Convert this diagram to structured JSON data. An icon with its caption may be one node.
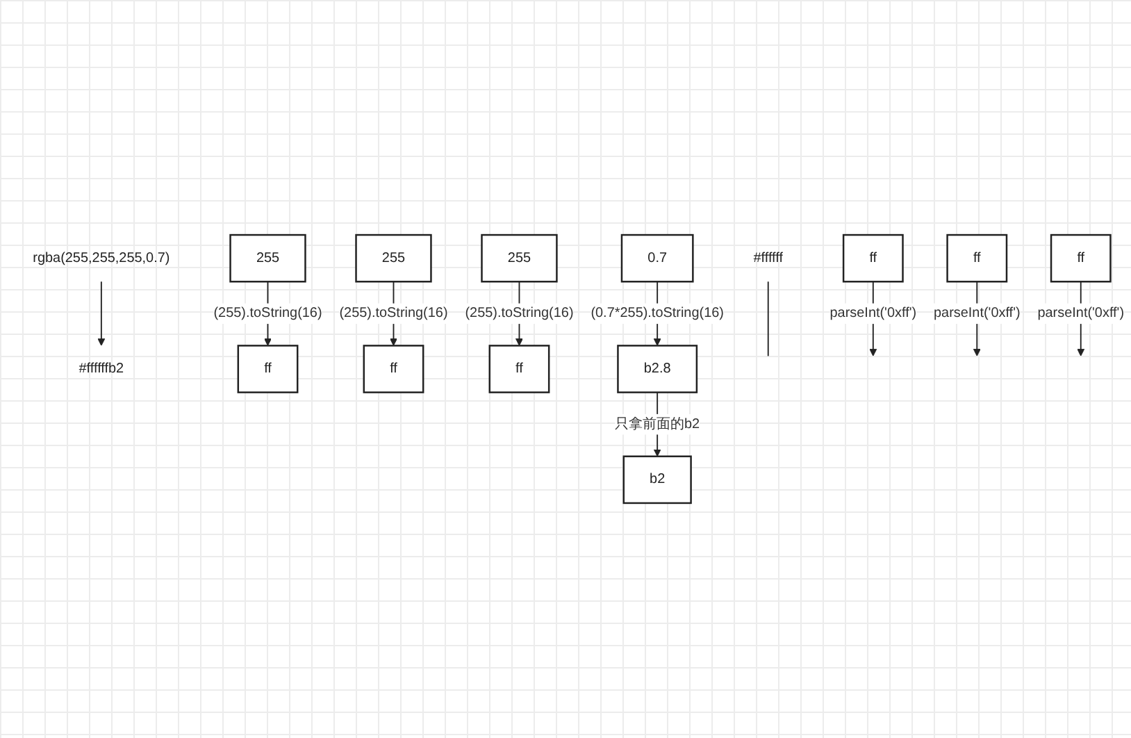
{
  "diagram": {
    "nodes": [
      {
        "text": [
          "rgba(255,255,255,0.7)"
        ]
      },
      {
        "text": [
          "#ffffffb2"
        ]
      },
      {
        "text": [
          "255"
        ]
      },
      {
        "text": [
          "ff"
        ]
      },
      {
        "text": [
          "255"
        ]
      },
      {
        "text": [
          "ff"
        ]
      },
      {
        "text": [
          "255"
        ]
      },
      {
        "text": [
          "ff"
        ]
      },
      {
        "text": [
          "0.7"
        ]
      },
      {
        "text": [
          "b2.8"
        ]
      },
      {
        "text": [
          "b2"
        ]
      },
      {
        "text": [
          "#ffffff"
        ]
      },
      {
        "text": [
          "ff"
        ]
      },
      {
        "text": [
          "ff"
        ]
      },
      {
        "text": [
          "ff"
        ]
      }
    ],
    "edges": [
      {
        "from": 0,
        "to": 1,
        "arrow": "to"
      },
      {
        "from": 2,
        "to": 3,
        "label": "(255).toString(16)",
        "arrow": "to"
      },
      {
        "from": 4,
        "to": 5,
        "label": "(255).toString(16)",
        "arrow": "to"
      },
      {
        "from": 6,
        "to": 7,
        "label": "(255).toString(16)",
        "arrow": "to"
      },
      {
        "from": 8,
        "to": 9,
        "label": "(0.7*255).toString(16)",
        "arrow": "to"
      },
      {
        "from": 9,
        "to": 10,
        "label": "只拿前面的b2",
        "arrow": "to"
      },
      {
        "from": 11,
        "to": null,
        "arrow": "none"
      },
      {
        "from": 12,
        "to": null,
        "label": "parseInt('0xff')",
        "arrow": "to"
      },
      {
        "from": 13,
        "to": null,
        "label": "parseInt('0xff')",
        "arrow": "to"
      },
      {
        "from": 14,
        "to": null,
        "label": "parseInt('0xff')",
        "arrow": "to"
      }
    ]
  }
}
